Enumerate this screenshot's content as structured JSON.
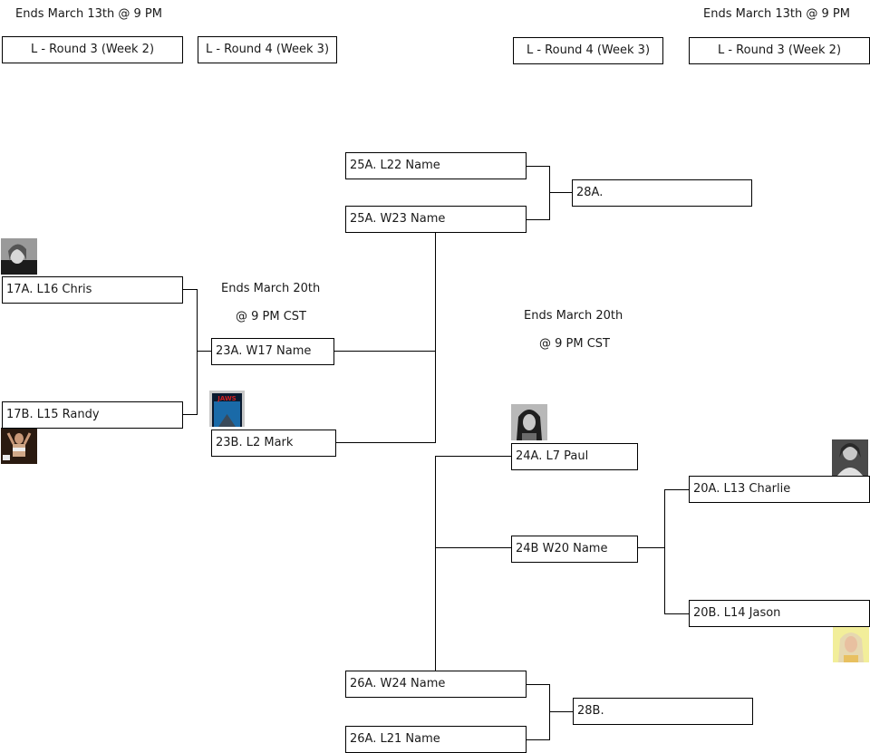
{
  "notes": {
    "left_top": "Ends March 13th @ 9 PM",
    "right_top": "Ends March 13th @ 9 PM",
    "mid_left_line1": "Ends March 20th",
    "mid_left_line2": "@ 9 PM CST",
    "mid_right_line1": "Ends March 20th",
    "mid_right_line2": "@ 9 PM CST"
  },
  "round_headers": [
    "L - Round 3 (Week 2)",
    "L - Round 4 (Week 3)",
    "L - Round 4 (Week 3)",
    "L - Round 3 (Week 2)"
  ],
  "slots": {
    "s17A": "17A. L16 Chris",
    "s17B": "17B. L15 Randy",
    "s23A": "23A. W17 Name",
    "s23B": "23B. L2 Mark",
    "s25A_top": "25A. L22 Name",
    "s25A_bottom": "25A. W23 Name",
    "s28A": "28A.",
    "s24A": "24A. L7 Paul",
    "s24B": "24B W20 Name",
    "s20A": "20A. L13 Charlie",
    "s20B": "20B. L14 Jason",
    "s26A_top": "26A. W24 Name",
    "s26A_bottom": "26A. L21 Name",
    "s28B": "28B."
  },
  "thumbnails": {
    "chris": "photo-thumbnail",
    "randy": "photo-thumbnail",
    "mark": "jaws-poster-thumbnail",
    "paul": "photo-thumbnail",
    "charlie": "photo-thumbnail",
    "jason": "photo-thumbnail"
  }
}
